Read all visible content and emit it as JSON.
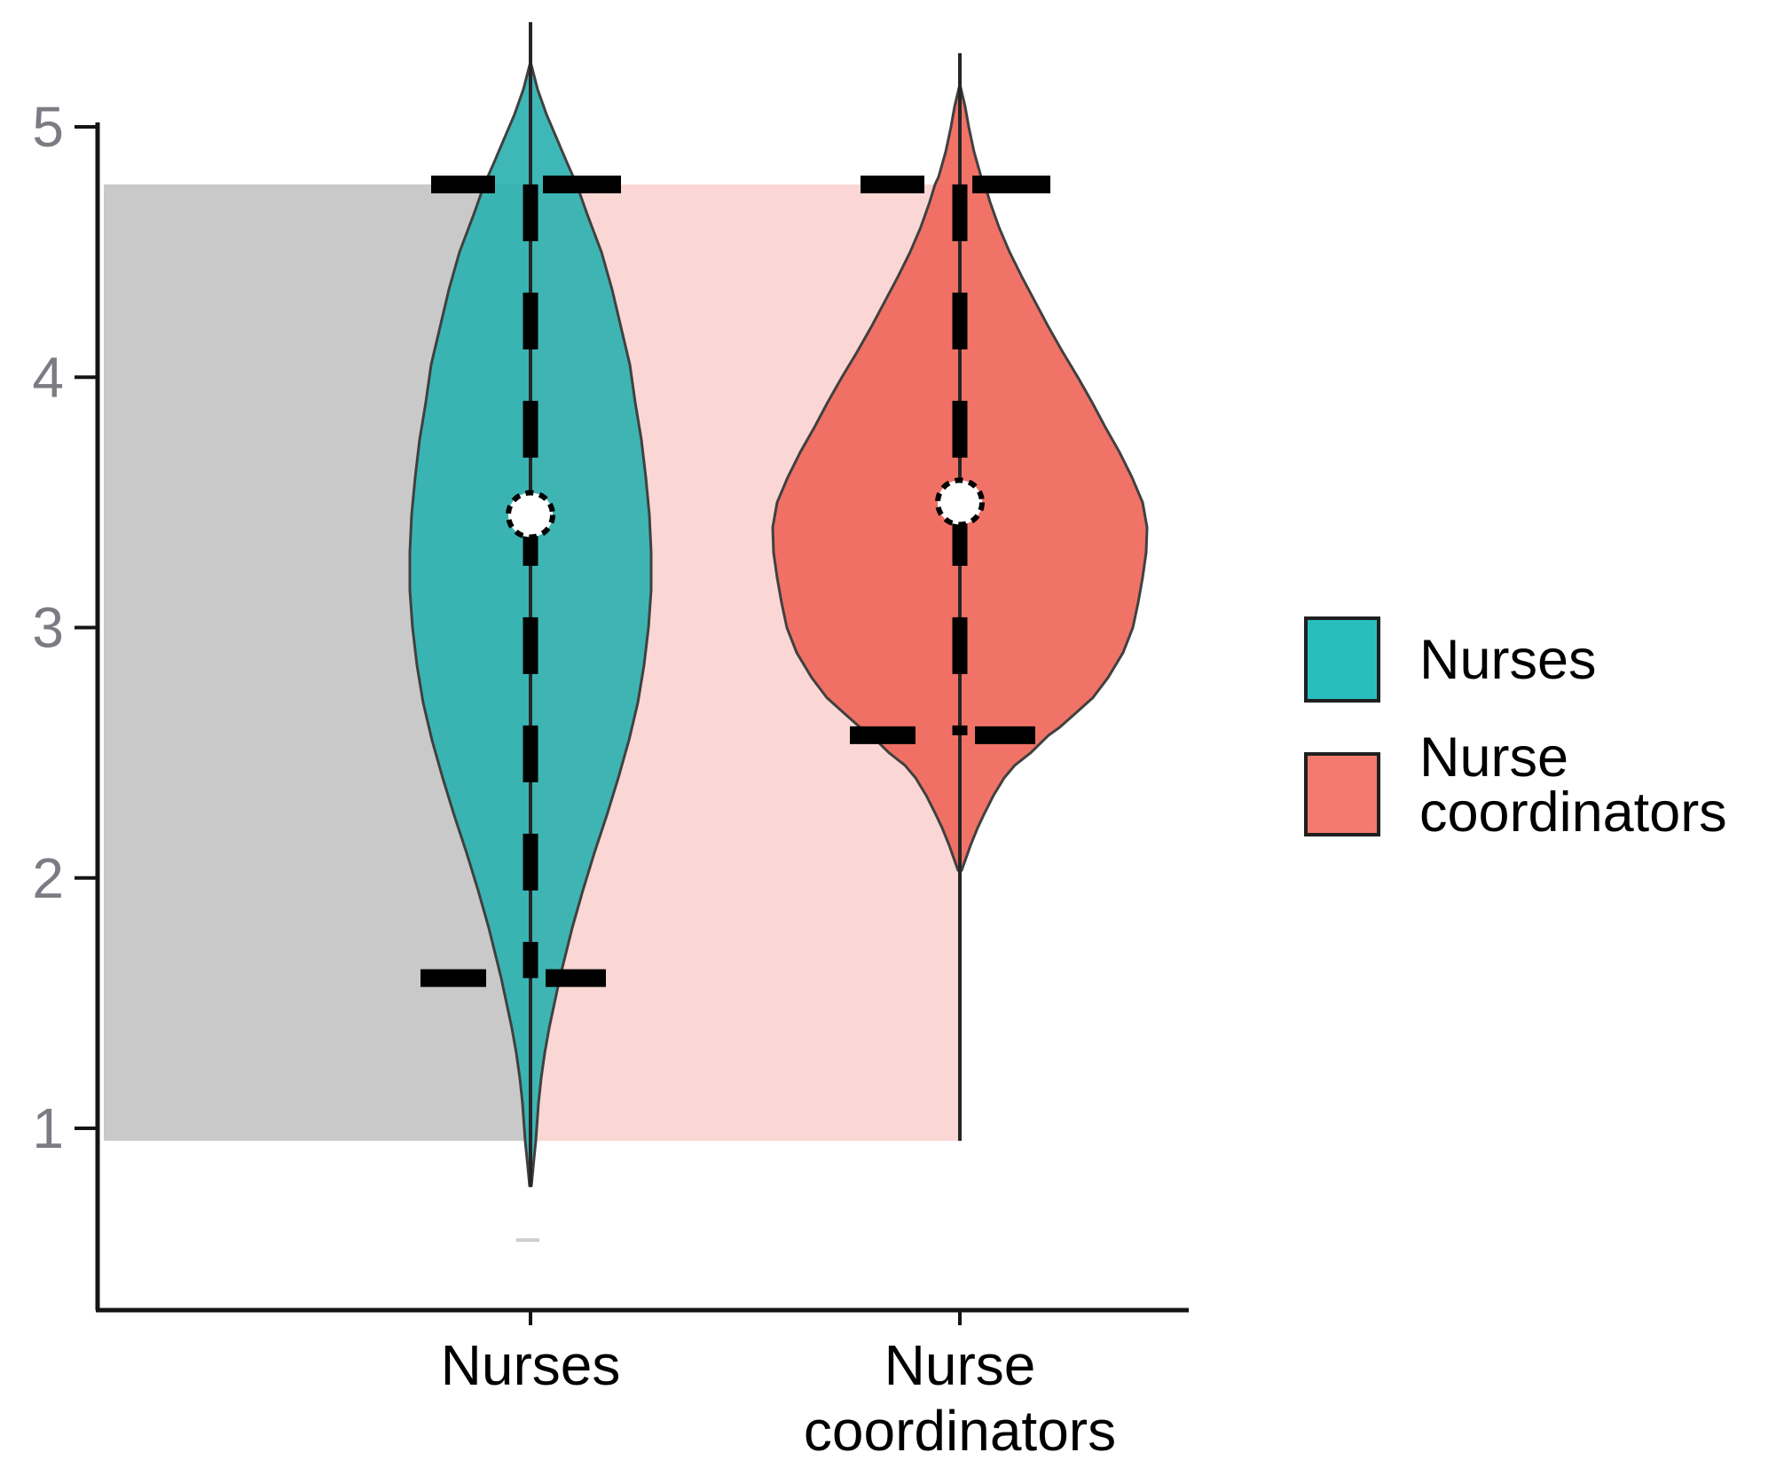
{
  "figure": {
    "background": "#ffffff"
  },
  "y_axis": {
    "ticks": [
      "5",
      "4",
      "3",
      "2",
      "1"
    ],
    "tick_values": [
      5,
      4,
      3,
      2,
      1
    ],
    "tick_label_color": "#7b7c83",
    "axis_color": "#141414"
  },
  "x_axis": {
    "labels": [
      {
        "lines": [
          "Nurses"
        ]
      },
      {
        "lines": [
          "Nurse",
          "coordinators"
        ]
      }
    ]
  },
  "legend": {
    "items": [
      {
        "label": "Nurses",
        "lines": [
          "Nurses"
        ],
        "color": "#29bebe"
      },
      {
        "label": "Nurse coordinators",
        "lines": [
          "Nurse",
          "coordinators"
        ],
        "color": "#f4796e"
      }
    ]
  },
  "chart_data": {
    "type": "violin",
    "title": "",
    "ylabel": "",
    "xlabel": "",
    "categories": [
      "Nurses",
      "Nurse coordinators"
    ],
    "y_range": [
      1,
      5
    ],
    "grid": false,
    "legend_position": "right",
    "series": [
      {
        "name": "Nurses",
        "fill": "#2fb3b0",
        "band_fill": "#c9c9c9",
        "mean": 3.45,
        "whisker_high": 4.77,
        "whisker_low": 1.6,
        "band_range": [
          0.95,
          4.77
        ],
        "density_extent": [
          0.77,
          5.26
        ],
        "profile": [
          [
            5.26,
            0
          ],
          [
            5.15,
            8
          ],
          [
            5.05,
            18
          ],
          [
            4.95,
            30
          ],
          [
            4.85,
            42
          ],
          [
            4.77,
            52
          ],
          [
            4.65,
            64
          ],
          [
            4.5,
            80
          ],
          [
            4.35,
            92
          ],
          [
            4.2,
            102
          ],
          [
            4.05,
            112
          ],
          [
            3.9,
            118
          ],
          [
            3.75,
            125
          ],
          [
            3.6,
            130
          ],
          [
            3.45,
            134
          ],
          [
            3.3,
            136
          ],
          [
            3.15,
            136
          ],
          [
            3.0,
            133
          ],
          [
            2.85,
            128
          ],
          [
            2.7,
            121
          ],
          [
            2.55,
            111
          ],
          [
            2.4,
            99
          ],
          [
            2.25,
            86
          ],
          [
            2.1,
            72
          ],
          [
            1.95,
            59
          ],
          [
            1.8,
            47
          ],
          [
            1.7,
            40
          ],
          [
            1.6,
            33
          ],
          [
            1.5,
            27
          ],
          [
            1.4,
            21
          ],
          [
            1.3,
            16
          ],
          [
            1.2,
            12
          ],
          [
            1.1,
            9
          ],
          [
            1.0,
            7
          ],
          [
            0.95,
            6
          ],
          [
            0.88,
            4
          ],
          [
            0.77,
            1
          ]
        ]
      },
      {
        "name": "Nurse coordinators",
        "fill": "#f0685c",
        "band_fill": "#fad7d4",
        "mean": 3.5,
        "whisker_high": 4.77,
        "whisker_low": 2.57,
        "band_range": [
          0.95,
          4.77
        ],
        "density_extent": [
          2.03,
          5.17
        ],
        "profile": [
          [
            5.17,
            0
          ],
          [
            5.08,
            6
          ],
          [
            5.0,
            10
          ],
          [
            4.9,
            16
          ],
          [
            4.8,
            24
          ],
          [
            4.77,
            28
          ],
          [
            4.7,
            34
          ],
          [
            4.6,
            44
          ],
          [
            4.5,
            56
          ],
          [
            4.4,
            70
          ],
          [
            4.3,
            85
          ],
          [
            4.2,
            100
          ],
          [
            4.1,
            116
          ],
          [
            4.0,
            133
          ],
          [
            3.9,
            149
          ],
          [
            3.8,
            164
          ],
          [
            3.7,
            180
          ],
          [
            3.6,
            194
          ],
          [
            3.5,
            206
          ],
          [
            3.4,
            211
          ],
          [
            3.3,
            210
          ],
          [
            3.2,
            206
          ],
          [
            3.1,
            201
          ],
          [
            3.0,
            195
          ],
          [
            2.9,
            184
          ],
          [
            2.8,
            167
          ],
          [
            2.72,
            150
          ],
          [
            2.65,
            128
          ],
          [
            2.6,
            112
          ],
          [
            2.57,
            100
          ],
          [
            2.5,
            80
          ],
          [
            2.45,
            62
          ],
          [
            2.4,
            50
          ],
          [
            2.33,
            38
          ],
          [
            2.26,
            28
          ],
          [
            2.2,
            20
          ],
          [
            2.13,
            12
          ],
          [
            2.07,
            6
          ],
          [
            2.03,
            2
          ]
        ]
      }
    ]
  }
}
